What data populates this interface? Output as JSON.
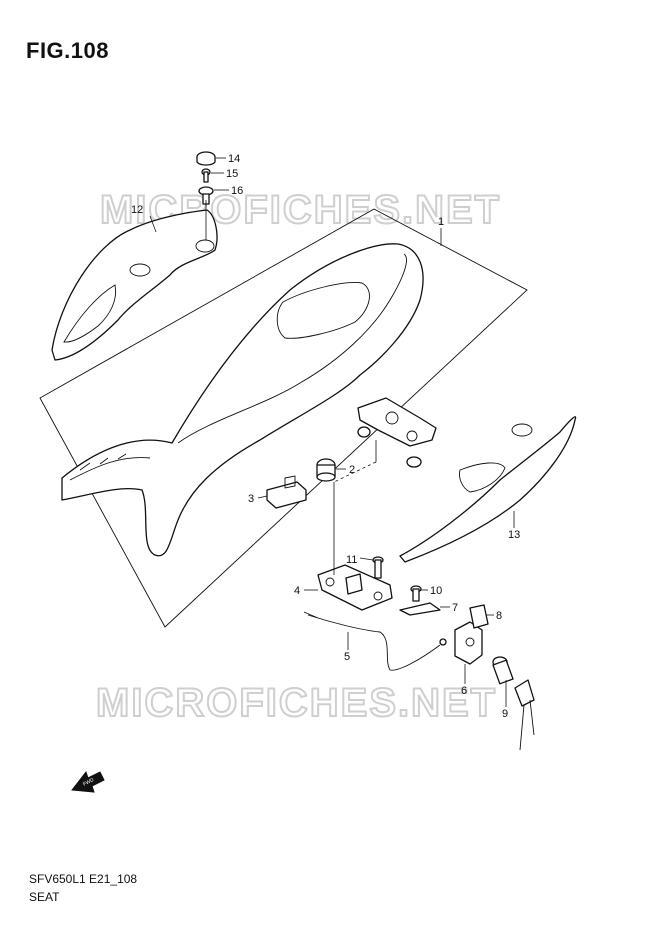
{
  "figure": {
    "title": "FIG.108",
    "model_code": "SFV650L1 E21_108",
    "section_name": "SEAT",
    "watermark": "MICROFICHES.NET",
    "fwd_label": "FWD"
  },
  "callouts": [
    "1",
    "2",
    "3",
    "4",
    "5",
    "6",
    "7",
    "8",
    "9",
    "10",
    "11",
    "12",
    "13",
    "14",
    "15",
    "16"
  ]
}
